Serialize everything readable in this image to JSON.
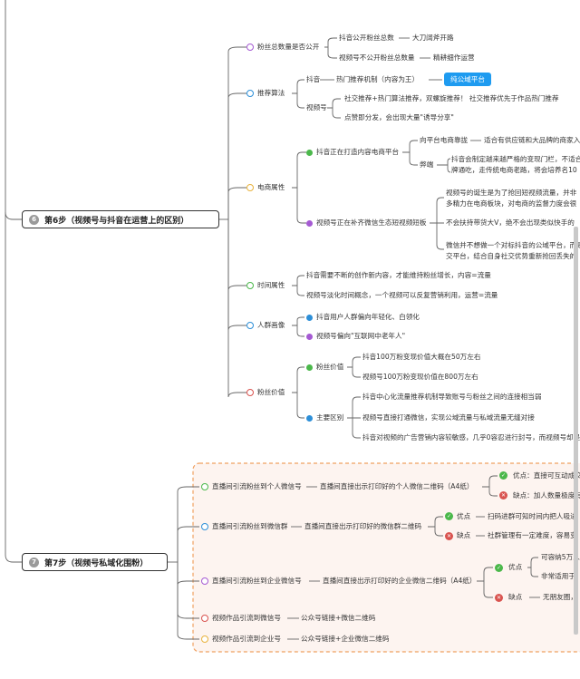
{
  "step6": {
    "num": "6",
    "title": "第6步（视频号与抖音在运营上的区别）",
    "fans_public": {
      "label": "粉丝总数量是否公开",
      "douyin": "抖音公开粉丝总数",
      "douyin_result": "大刀阔斧开路",
      "shipin": "视频号不公开粉丝总数量",
      "shipin_result": "精耕细作运营"
    },
    "algorithm": {
      "label": "推荐算法",
      "douyin": "抖音",
      "douyin_detail": "热门推荐机制（内容为王）",
      "douyin_badge": "纯公域平台",
      "shipin": "视频号",
      "shipin_detail1": "社交推荐+热门算法推荐，双螺旋推荐！ 社交推荐优先于作品热门推荐",
      "shipin_detail2": "点赞即分发，会出现大量\"诱导分享\""
    },
    "ecommerce": {
      "label": "电商属性",
      "douyin": "抖音正在打造内容电商平台",
      "douyin_sub1": "向平台电商靠拢",
      "douyin_sub1_detail": "适合有供应链和大品牌的商家入",
      "douyin_sub2": "弊端",
      "douyin_sub2_detail1": "抖音会制定越来越严格的变现门栏，不适合",
      "douyin_sub2_detail2": "牌通吃，走传统电商老路，将会培养名10",
      "shipin": "视频号正在补齐微信生态短视频短板",
      "shipin_sub1_l1": "视频号的诞生是为了抢回短视频流量，并非",
      "shipin_sub1_l2": "多精力在电商板块，对电商的监督力度会很",
      "shipin_sub2": "不会扶持带货大V，绝不会出现类似快手的",
      "shipin_sub3_l1": "微信并不想做一个对标抖音的公域平台，而是",
      "shipin_sub3_l2": "交平台，结合自身社交优势重新抢回丢失的"
    },
    "time_attr": {
      "label": "时间属性",
      "item1": "抖音需要不断的创作新内容，才能维持粉丝增长，内容=流量",
      "item2": "视频号淡化时间概念，一个视频可以反复营销利用，运营=流量"
    },
    "audience": {
      "label": "人群画像",
      "item1": "抖音用户人群偏向年轻化、白领化",
      "item2": "视频号偏向\"互联网中老年人\""
    },
    "fan_value": {
      "label": "粉丝价值",
      "value_label": "粉丝价值",
      "value1": "抖音100万粉变现价值大概在50万左右",
      "value2": "视频号100万粉变现价值在800万左右",
      "diff_label": "主要区别",
      "diff1": "抖音中心化流量推荐机制导致账号与粉丝之间的连接相当弱",
      "diff2": "视频号直接打通微信，实现公域流量与私域流量无缝对接",
      "diff3": "抖音对视频的广告营销内容较敏感，几乎0容忍进行封号，而视频号却是"
    }
  },
  "step7": {
    "num": "7",
    "title": "第7步（视频号私域化围粉）",
    "b1": {
      "label": "直播间引流粉丝到个人微信号",
      "detail": "直播间直接出示打印好的个人微信二维码（A4纸）",
      "pro_label": "优点：直接可互动成交",
      "con_label": "缺点：加人数量极度有"
    },
    "b2": {
      "label": "直播间引流粉丝到微信群",
      "detail": "直播间直接出示打印好的微信群二维码",
      "pro_label": "优点",
      "pro_detail": "扫码进群可知时间内把人吸进",
      "con_label": "缺点",
      "con_detail": "社群管理有一定难度，容易变"
    },
    "b3": {
      "label": "直播间引流粉丝到企业微信号",
      "detail": "直播间直接出示打印好的企业微信二维码（A4纸）",
      "pro_label": "优点",
      "pro_detail1": "可容纳5万人",
      "pro_detail2": "非常适用于",
      "con_label": "缺点",
      "con_detail": "无朋友圈，"
    },
    "b4": {
      "label": "视频作品引流到微信号",
      "detail": "公众号链接+微信二维码"
    },
    "b5": {
      "label": "视频作品引流到企业号",
      "detail": "公众号链接+企业微信二维码"
    }
  },
  "colors": {
    "purple": "#a55ad3",
    "blue": "#2d8fd8",
    "yellow": "#e8b23c",
    "green": "#4bb84b",
    "red": "#d9534f",
    "orange_border": "#f0a060",
    "badge": "#1e9bf0"
  }
}
